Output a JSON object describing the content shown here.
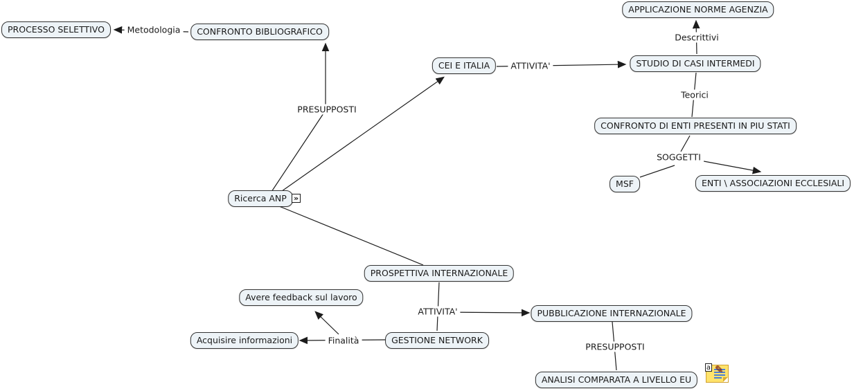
{
  "diagram_type": "concept-map",
  "colors": {
    "background": "#ffffff",
    "node_fill": "#edf3f7",
    "node_border": "#333333",
    "line": "#1c1c1c",
    "note_fill": "#ffe36b",
    "note_border": "#cf9f2f",
    "note_lines": "#4a7fd4"
  },
  "nodes": {
    "processo": "PROCESSO SELETTIVO",
    "confronto_biblio": "CONFRONTO BIBLIOGRAFICO",
    "applicazione": "APPLICAZIONE NORME AGENZIA",
    "cei": "CEI E ITALIA",
    "studio": "STUDIO DI CASI INTERMEDI",
    "confronto_enti": "CONFRONTO DI ENTI PRESENTI IN PIU STATI",
    "msf": "MSF",
    "enti": "ENTI \\ ASSOCIAZIONI ECCLESIALI",
    "ricerca": "Ricerca ANP",
    "prospettiva": "PROSPETTIVA INTERNAZIONALE",
    "avere": "Avere feedback sul lavoro",
    "acquisire": "Acquisire informazioni",
    "gestione": "GESTIONE NETWORK",
    "pubblicazione": "PUBBLICAZIONE INTERNAZIONALE",
    "analisi": "ANALISI COMPARATA A LIVELLO EU"
  },
  "labels": {
    "metodologia": "Metodologia",
    "presupposti_top": "PRESUPPOSTI",
    "attivita_top": "ATTIVITA'",
    "descrittivi": "Descrittivi",
    "teorici": "Teorici",
    "soggetti": "SOGGETTI",
    "attivita_bottom": "ATTIVITA'",
    "finalita": "Finalità",
    "presupposti_bottom": "PRESUPPOSTI"
  },
  "icons": {
    "expand": "»",
    "annotation_badge": "a",
    "annotation_pencil": "✎"
  },
  "edges": [
    {
      "from": "CONFRONTO BIBLIOGRAFICO",
      "label": "Metodologia",
      "to": "PROCESSO SELETTIVO",
      "arrow": true
    },
    {
      "from": "Ricerca ANP",
      "label": "PRESUPPOSTI",
      "to": "CONFRONTO BIBLIOGRAFICO",
      "arrow": true
    },
    {
      "from": "Ricerca ANP",
      "label": "",
      "to": "CEI E ITALIA",
      "arrow": true
    },
    {
      "from": "CEI E ITALIA",
      "label": "ATTIVITA'",
      "to": "STUDIO DI CASI INTERMEDI",
      "arrow": true
    },
    {
      "from": "STUDIO DI CASI INTERMEDI",
      "label": "Descrittivi",
      "to": "APPLICAZIONE NORME AGENZIA",
      "arrow": true
    },
    {
      "from": "STUDIO DI CASI INTERMEDI",
      "label": "Teorici",
      "to": "CONFRONTO DI ENTI PRESENTI IN PIU STATI",
      "arrow": false
    },
    {
      "from": "CONFRONTO DI ENTI PRESENTI IN PIU STATI",
      "label": "SOGGETTI",
      "to": "MSF",
      "arrow": false
    },
    {
      "from": "CONFRONTO DI ENTI PRESENTI IN PIU STATI",
      "label": "SOGGETTI",
      "to": "ENTI \\ ASSOCIAZIONI ECCLESIALI",
      "arrow": true
    },
    {
      "from": "Ricerca ANP",
      "label": "",
      "to": "PROSPETTIVA INTERNAZIONALE",
      "arrow": false
    },
    {
      "from": "PROSPETTIVA INTERNAZIONALE",
      "label": "ATTIVITA'",
      "to": "PUBBLICAZIONE INTERNAZIONALE",
      "arrow": true
    },
    {
      "from": "PROSPETTIVA INTERNAZIONALE",
      "label": "ATTIVITA'",
      "to": "GESTIONE NETWORK",
      "arrow": false
    },
    {
      "from": "GESTIONE NETWORK",
      "label": "Finalità",
      "to": "Acquisire informazioni",
      "arrow": true
    },
    {
      "from": "GESTIONE NETWORK",
      "label": "Finalità",
      "to": "Avere feedback sul lavoro",
      "arrow": true
    },
    {
      "from": "PUBBLICAZIONE INTERNAZIONALE",
      "label": "PRESUPPOSTI",
      "to": "ANALISI COMPARATA A LIVELLO EU",
      "arrow": false
    }
  ]
}
